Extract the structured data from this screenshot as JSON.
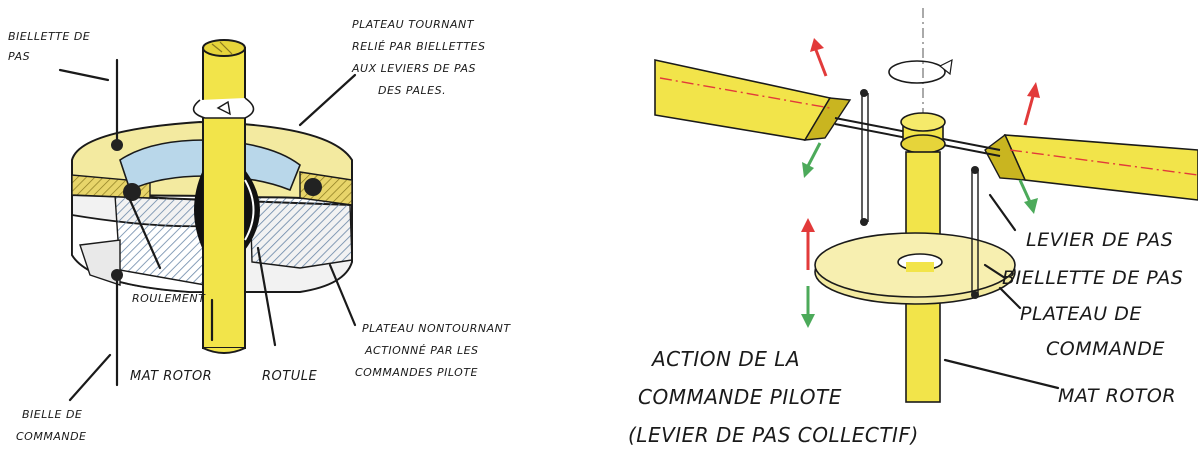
{
  "left_diagram": {
    "labels": {
      "biellette_pas": [
        "BIELLETTE DE",
        "PAS"
      ],
      "plateau_tournant": [
        "PLATEAU TOURNANT",
        "RELIÉ PAR BIELLETTES",
        "AUX LEVIERS DE PAS",
        "DES PALES."
      ],
      "roulement": "ROULEMENT",
      "mat_rotor": "MAT ROTOR",
      "rotule": "ROTULE",
      "plateau_nontournant": [
        "PLATEAU NONTOURNANT",
        "ACTIONNÉ PAR LES",
        "COMMANDES PILOTE"
      ],
      "bielle_commande": [
        "BIELLE DE",
        "COMMANDE"
      ]
    }
  },
  "right_diagram": {
    "labels": {
      "levier_pas": "LEVIER DE PAS",
      "biellette_pas": "BIELLETTE DE PAS",
      "plateau_commande": [
        "PLATEAU DE",
        "COMMANDE"
      ],
      "mat_rotor": "MAT ROTOR",
      "action": [
        "ACTION DE LA",
        "COMMANDE PILOTE",
        "(LEVIER DE PAS COLLECTIF)"
      ]
    }
  },
  "colors": {
    "yellow": "#f2e44a",
    "yellow_dark": "#c9b520",
    "blue": "#b9d7ea",
    "red_arrow": "#e23a3a",
    "green_arrow": "#4caa5a",
    "ink": "#1a1a1a"
  }
}
